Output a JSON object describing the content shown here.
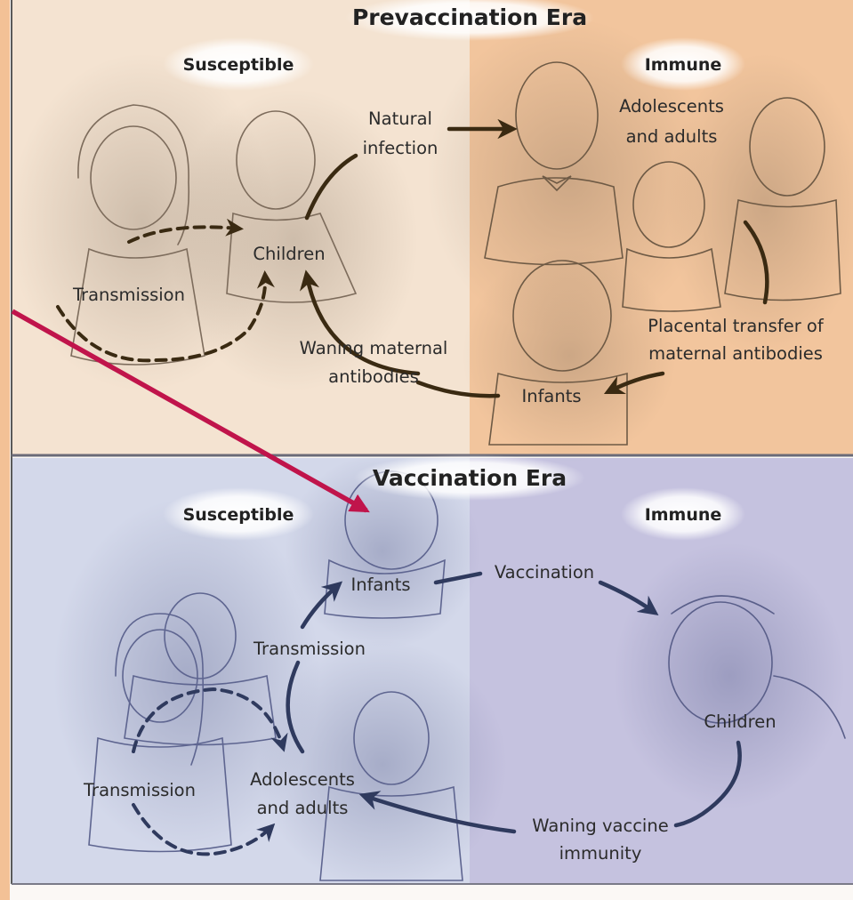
{
  "colors": {
    "prevacc_susceptible_bg": "#f4e3d1",
    "prevacc_immune_bg": "#f2c59d",
    "vacc_susceptible_bg": "#d3d8ea",
    "vacc_immune_bg": "#c5c2df",
    "left_edge_strip": "#f3c196",
    "pointer_arrow": "#c0144b",
    "prevacc_arrow": "#3a2a12",
    "vacc_arrow": "#2f3a5e"
  },
  "prevaccination": {
    "title": "Prevaccination Era",
    "susceptible_label": "Susceptible",
    "immune_label": "Immune",
    "children": "Children",
    "transmission": "Transmission",
    "natural_infection": [
      "Natural",
      "infection"
    ],
    "adolescents_adults": [
      "Adolescents",
      "and adults"
    ],
    "placental_transfer": [
      "Placental transfer of",
      "maternal antibodies"
    ],
    "infants": "Infants",
    "waning_maternal": [
      "Waning maternal",
      "antibodies"
    ]
  },
  "vaccination": {
    "title": "Vaccination Era",
    "susceptible_label": "Susceptible",
    "immune_label": "Immune",
    "infants": "Infants",
    "vaccination": "Vaccination",
    "transmission_up": "Transmission",
    "transmission_loop": "Transmission",
    "adolescents_adults": [
      "Adolescents",
      "and adults"
    ],
    "children": "Children",
    "waning_vaccine": [
      "Waning vaccine",
      "immunity"
    ]
  }
}
